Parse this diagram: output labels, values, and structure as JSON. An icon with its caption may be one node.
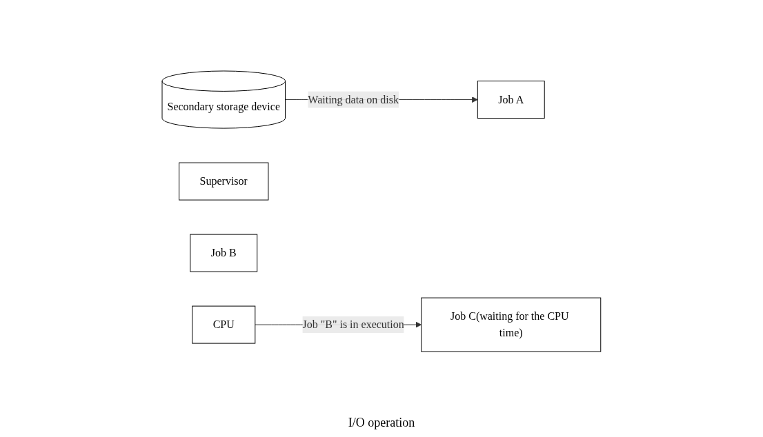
{
  "diagram": {
    "nodes": [
      {
        "text": [
          "Secondary storage device"
        ]
      },
      {
        "text": [
          "Supervisor"
        ]
      },
      {
        "text": [
          "Job A"
        ]
      },
      {
        "text": [
          "Job B"
        ]
      },
      {
        "text": [
          "Job C(waiting for the CPU time)"
        ]
      },
      {
        "text": [
          "CPU"
        ]
      }
    ],
    "edges": [
      {
        "from": 0,
        "to": 2,
        "arrow": "to",
        "label": "Waiting data on disk"
      },
      {
        "from": 5,
        "to": 4,
        "arrow": "to",
        "label": "Job \"B\" is in execution"
      }
    ],
    "labels": [
      "I/O operation"
    ]
  }
}
